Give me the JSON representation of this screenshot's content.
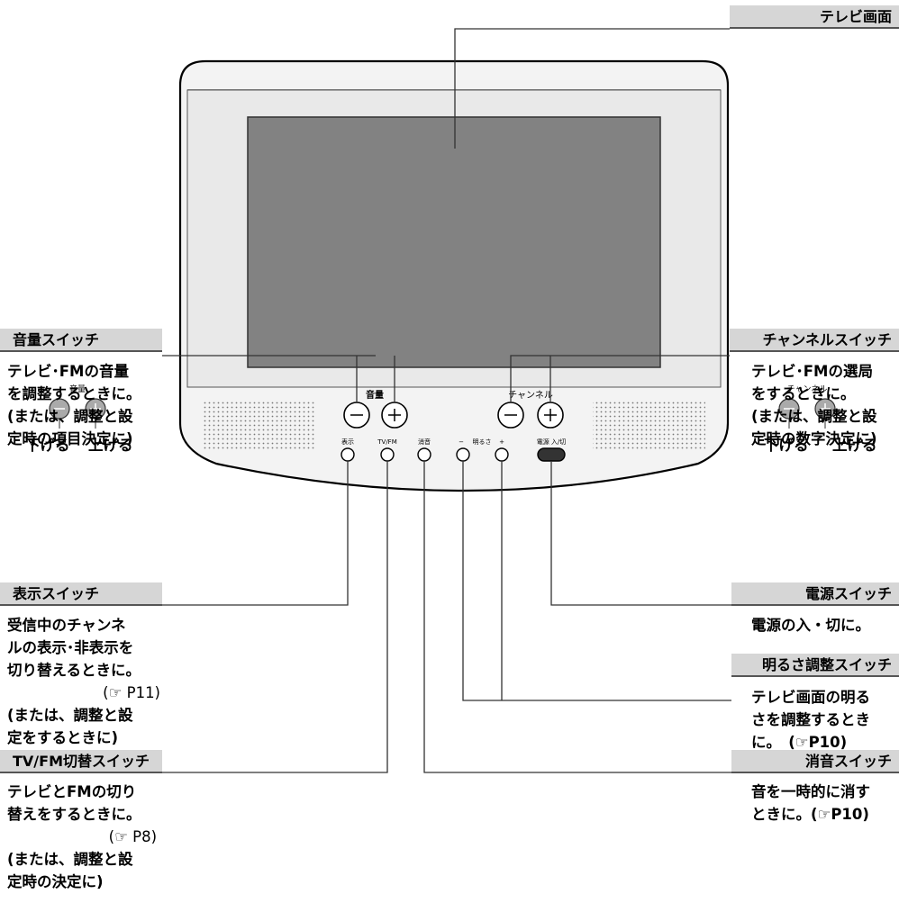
{
  "labels": {
    "screen": {
      "title": "テレビ画面"
    },
    "volume": {
      "title": "音量スイッチ",
      "lines": [
        "テレビ･FMの音量",
        "を調整するときに。",
        "(または、調整と設",
        "定時の項目決定に)"
      ],
      "small_label": "音量",
      "down": "下げる",
      "up": "上げる"
    },
    "channel": {
      "title": "チャンネルスイッチ",
      "lines": [
        "テレビ･FMの選局",
        "をするときに。",
        "(または、調整と設",
        "定時の数字決定に)"
      ],
      "small_label": "チャンネル",
      "down": "下げる",
      "up": "上げる"
    },
    "display": {
      "title": "表示スイッチ",
      "lines": [
        "受信中のチャンネ",
        "ルの表示･非表示を",
        "切り替えるときに。",
        "(☞ P11)",
        "(または、調整と設",
        "定をするときに)"
      ]
    },
    "tvfm": {
      "title": "TV/FM切替スイッチ",
      "lines": [
        "テレビとFMの切り",
        "替えをするときに。",
        "(☞ P8)",
        "(または、調整と設",
        "定時の決定に)"
      ]
    },
    "power": {
      "title": "電源スイッチ",
      "lines": [
        "電源の入・切に。"
      ]
    },
    "brightness": {
      "title": "明るさ調整スイッチ",
      "lines": [
        "テレビ画面の明る",
        "さを調整するとき",
        "に。　(☞P10)"
      ]
    },
    "mute": {
      "title": "消音スイッチ",
      "lines": [
        "音を一時的に消す",
        "ときに。(☞P10)"
      ]
    }
  },
  "device": {
    "volume_label": "音量",
    "channel_label": "チャンネル",
    "minus": "−",
    "plus": "+",
    "btn_display": "表示",
    "btn_tvfm": "TV/FM",
    "btn_mute": "消音",
    "btn_brightness": "明るさ",
    "btn_power": "電源 入/切"
  }
}
